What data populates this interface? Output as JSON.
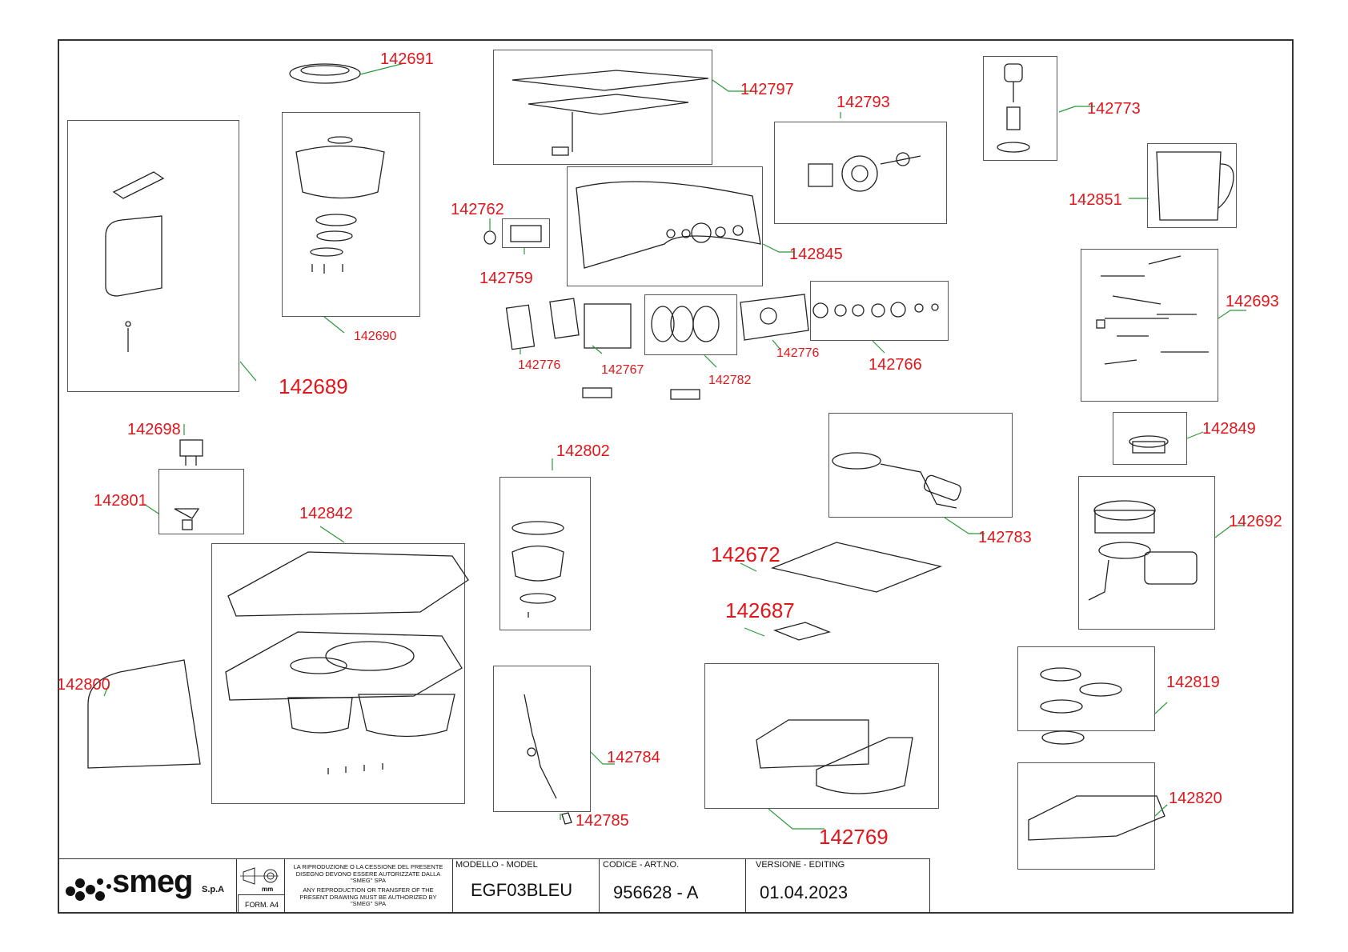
{
  "parts": [
    {
      "code": "142691"
    },
    {
      "code": "142797"
    },
    {
      "code": "142793"
    },
    {
      "code": "142773"
    },
    {
      "code": "142851"
    },
    {
      "code": "142762"
    },
    {
      "code": "142759"
    },
    {
      "code": "142845"
    },
    {
      "code": "142690"
    },
    {
      "code": "142689"
    },
    {
      "code": "142693"
    },
    {
      "code": "142776"
    },
    {
      "code": "142767"
    },
    {
      "code": "142782"
    },
    {
      "code": "142776"
    },
    {
      "code": "142766"
    },
    {
      "code": "142698"
    },
    {
      "code": "142801"
    },
    {
      "code": "142802"
    },
    {
      "code": "142849"
    },
    {
      "code": "142842"
    },
    {
      "code": "142783"
    },
    {
      "code": "142692"
    },
    {
      "code": "142672"
    },
    {
      "code": "142687"
    },
    {
      "code": "142800"
    },
    {
      "code": "142819"
    },
    {
      "code": "142784"
    },
    {
      "code": "142820"
    },
    {
      "code": "142785"
    },
    {
      "code": "142769"
    }
  ],
  "title_block": {
    "brand": "smeg",
    "brand_suffix": "S.p.A",
    "unit": "mm",
    "format": "FORM. A4",
    "notice_it": "LA RIPRODUZIONE O LA CESSIONE DEL PRESENTE DISEGNO DEVONO ESSERE AUTORIZZATE DALLA \"SMEG\" SPA",
    "notice_en": "ANY REPRODUCTION OR TRANSFER OF THE PRESENT DRAWING MUST BE AUTHORIZED BY \"SMEG\" SPA",
    "model_label": "MODELLO - MODEL",
    "model_value": "EGF03BLEU",
    "code_label": "CODICE - ART.NO.",
    "code_value": "956628 - A",
    "version_label": "VERSIONE - EDITING",
    "version_value": "01.04.2023"
  },
  "colors": {
    "label": "#e0161b",
    "leader": "#2a9a3a",
    "line": "#333333"
  }
}
